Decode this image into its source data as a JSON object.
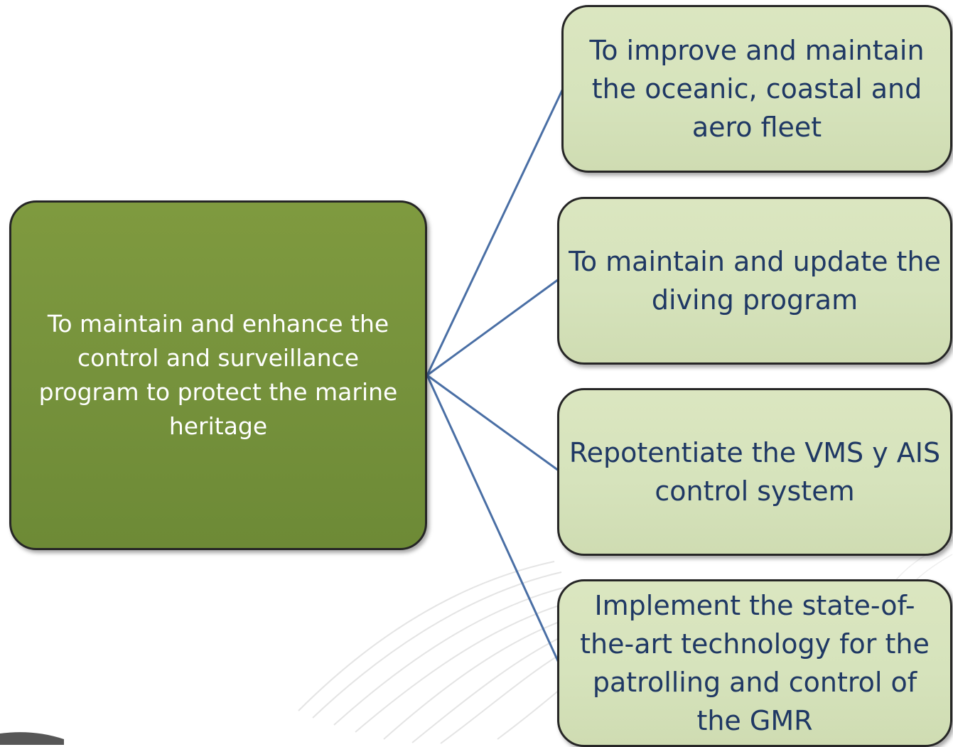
{
  "diagram": {
    "root": {
      "label": "To maintain and enhance the control and surveillance program to protect the marine heritage"
    },
    "children": [
      {
        "label": "To improve and maintain the oceanic, coastal and aero fleet"
      },
      {
        "label": "To maintain and update the diving program"
      },
      {
        "label": "Repotentiate the VMS y AIS control system"
      },
      {
        "label": "Implement the state-of-the-art technology for the patrolling and control of the GMR"
      }
    ],
    "colors": {
      "root_fill": "#76923c",
      "root_text": "#ffffff",
      "child_fill": "#d6e3bc",
      "child_text": "#1f3864",
      "connector": "#4a6fa5",
      "border": "#262626"
    }
  }
}
